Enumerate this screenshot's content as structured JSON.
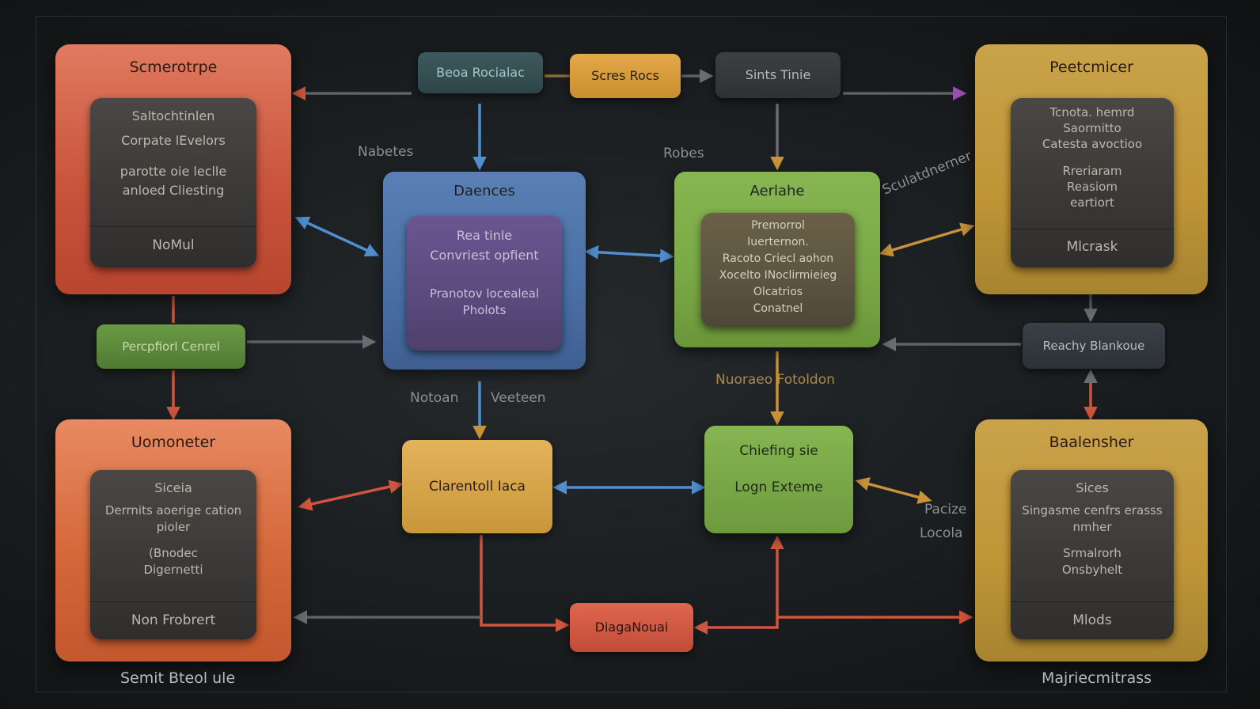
{
  "colors": {
    "background": "#1a1d1f",
    "red_box": "#c9553c",
    "orange_box": "#d4683a",
    "gold_box": "#c49a3a",
    "blue_box": "#4a6fa5",
    "green_box": "#7aa845",
    "purple_inner": "#5b4a7d",
    "dark_inner": "#3c3a38",
    "arrow_red": "#d0553e",
    "arrow_blue": "#4f8fcf",
    "arrow_gray": "#5e6266",
    "arrow_gold": "#c8923a",
    "arrow_purple": "#9a4fb0"
  },
  "top_left": {
    "title": "Scmerotrpe",
    "lines": [
      "Saltochtinlen",
      "Corpate lEvelors",
      "",
      "parotte oie leclle",
      "anloed Cliesting"
    ],
    "foot": "NoMul"
  },
  "top_right": {
    "title": "Peetcmicer",
    "lines": [
      "Tcnota. hemrd",
      "Saormitto",
      "Catesta avoctioo",
      "",
      "Rreriaram",
      "Reasiom",
      "eartiort"
    ],
    "foot": "Mlcrask"
  },
  "bottom_left": {
    "title": "Uomoneter",
    "lines": [
      "Siceia",
      "Derrnits aoerige cation",
      "pioler",
      "",
      "(Bnodec",
      "Digernetti"
    ],
    "foot": "Non Frobrert"
  },
  "bottom_right": {
    "title": "Baalensher",
    "lines": [
      "Sices",
      "Singasme cenfrs erasss",
      "nmher",
      "",
      "Srmalrorh",
      "Onsbyhelt"
    ],
    "foot": "Mlods"
  },
  "center_blue": {
    "title": "Daences",
    "lines": [
      "Rea tinle",
      "Convriest opfient",
      "",
      "Pranotov locealeal",
      "Pholots"
    ]
  },
  "center_green": {
    "title": "Aerlahe",
    "lines": [
      "Premorrol",
      "Iuerternon.",
      "Racoto Criecl aohon",
      "Xocelto INoclirmieieg",
      "Olcatrios",
      "Conatnel"
    ]
  },
  "pills": {
    "beta": "Beoa Rocialac",
    "scres": "Scres Rocs",
    "sints": "Sints Tinie",
    "perceptual": "Percpfiorl Cenrel",
    "reachy": "Reachy Blankoue",
    "clarenton": "Clarentoll Iaca",
    "chiefing_title": "Chiefing sie",
    "chiefing_sub": "Logn Exteme",
    "diagnosis": "DiagaNouai"
  },
  "labels": {
    "nabetes": "Nabetes",
    "robes": "Robes",
    "sculaterner": "Sculatdnerner",
    "notoan": "Notoan",
    "veeteen": "Veeteen",
    "nuorareo": "Nuoraeo Fotoldon",
    "pacize": "Pacize",
    "locola": "Locola"
  },
  "footer": {
    "left": "Semit Bteol ule",
    "right": "Majriecmitrass"
  }
}
